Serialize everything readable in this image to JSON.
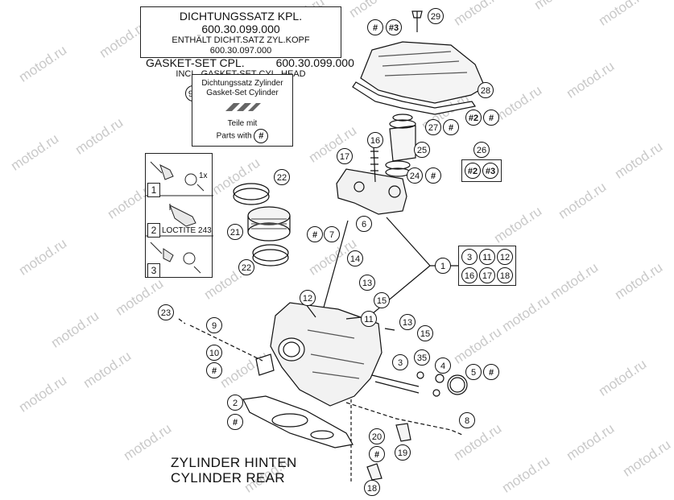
{
  "watermark": "motod.ru",
  "kit_box": {
    "line1": "DICHTUNGSSATZ KPL. 600.30.099.000",
    "line2": "ENTHÄLT DICHT.SATZ ZYL.KOPF 600.30.097.000",
    "line3": "GASKET-SET CPL.          600.30.099.000",
    "line4": "INCL. GASKET-SET CYL. HEAD 600.30.097.000"
  },
  "gasket_box": {
    "callout": "99",
    "line1": "Dichtungssatz Zylinder",
    "line2": "Gasket-Set Cylinder",
    "line3": "Teile mit",
    "line4": "Parts with",
    "symbol": "#"
  },
  "side_panel": {
    "steps": [
      "1",
      "2",
      "3"
    ],
    "torque_label": "1x",
    "loctite_label": "LOCTITE 243"
  },
  "caption": {
    "line1": "ZYLINDER HINTEN",
    "line2": "CYLINDER REAR"
  },
  "callouts": [
    {
      "id": "c29",
      "label": "29"
    },
    {
      "id": "c-h1",
      "label": "#"
    },
    {
      "id": "c-h3a",
      "label": "#3"
    },
    {
      "id": "c28",
      "label": "28"
    },
    {
      "id": "c27",
      "label": "27"
    },
    {
      "id": "c-h27",
      "label": "#"
    },
    {
      "id": "c-h2a",
      "label": "#2"
    },
    {
      "id": "c-h2b",
      "label": "#"
    },
    {
      "id": "c25",
      "label": "25"
    },
    {
      "id": "c26",
      "label": "26"
    },
    {
      "id": "c24",
      "label": "24"
    },
    {
      "id": "c-h24",
      "label": "#"
    },
    {
      "id": "c16a",
      "label": "16"
    },
    {
      "id": "c17a",
      "label": "17"
    },
    {
      "id": "c22a",
      "label": "22"
    },
    {
      "id": "c21",
      "label": "21"
    },
    {
      "id": "c22b",
      "label": "22"
    },
    {
      "id": "c6",
      "label": "6"
    },
    {
      "id": "c7",
      "label": "7"
    },
    {
      "id": "c-h7",
      "label": "#"
    },
    {
      "id": "c14",
      "label": "14"
    },
    {
      "id": "c13a",
      "label": "13"
    },
    {
      "id": "c12a",
      "label": "12"
    },
    {
      "id": "c15a",
      "label": "15"
    },
    {
      "id": "c11a",
      "label": "11"
    },
    {
      "id": "c13b",
      "label": "13"
    },
    {
      "id": "c15b",
      "label": "15"
    },
    {
      "id": "c1",
      "label": "1"
    },
    {
      "id": "c23",
      "label": "23"
    },
    {
      "id": "c9",
      "label": "9"
    },
    {
      "id": "c10",
      "label": "10"
    },
    {
      "id": "c-h10",
      "label": "#"
    },
    {
      "id": "c3",
      "label": "3"
    },
    {
      "id": "c35",
      "label": "35"
    },
    {
      "id": "c4",
      "label": "4"
    },
    {
      "id": "c5",
      "label": "5"
    },
    {
      "id": "c-h5",
      "label": "#"
    },
    {
      "id": "c2",
      "label": "2"
    },
    {
      "id": "c-h2c",
      "label": "#"
    },
    {
      "id": "c8",
      "label": "8"
    },
    {
      "id": "c20",
      "label": "20"
    },
    {
      "id": "c-h20",
      "label": "#"
    },
    {
      "id": "c19",
      "label": "19"
    },
    {
      "id": "c18b",
      "label": "18"
    }
  ],
  "group_26": [
    "#2",
    "#3"
  ],
  "group_1": [
    "3",
    "11",
    "12",
    "16",
    "17",
    "18"
  ]
}
